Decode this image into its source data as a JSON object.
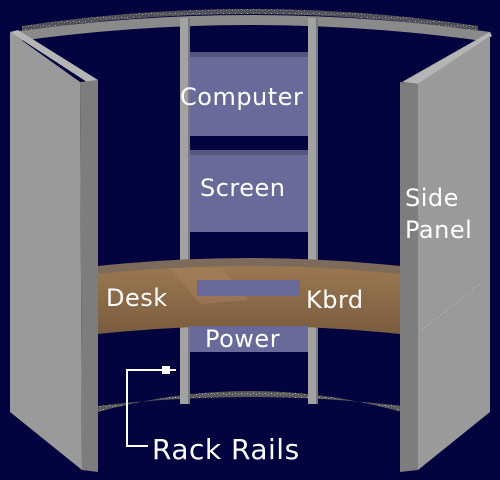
{
  "diagram": {
    "labels": {
      "computer": "Computer",
      "screen": "Screen",
      "side_panel_line1": "Side",
      "side_panel_line2": "Panel",
      "desk": "Desk",
      "keyboard": "Kbrd",
      "power": "Power",
      "rack_rails": "Rack Rails"
    },
    "colors": {
      "background": "#03033f",
      "panel": "#9a9a9a",
      "rail": "#a2a2a2",
      "slot": "#6a6a9a",
      "desk": "#8a6a4a",
      "callout_line": "#ffffff"
    }
  }
}
